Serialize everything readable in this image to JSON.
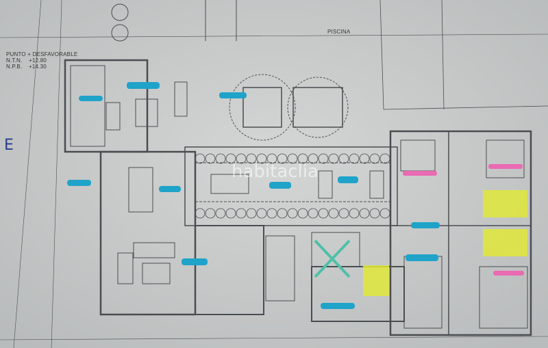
{
  "plan": {
    "pool_label": "PISCINA",
    "level_note": {
      "title": "PUNTO + DESFAVORABLE",
      "ntn": "N.T.N.    +12.80",
      "npb": "N.P.B.    +14.30"
    },
    "handwritten_mark": "E",
    "watermark": "habitaclia",
    "highlight_colors": {
      "cyan": "#1fa3c9",
      "pink": "#ea6ab3",
      "yellow": "#dfe83a",
      "cross": "#4fc0a8"
    }
  }
}
